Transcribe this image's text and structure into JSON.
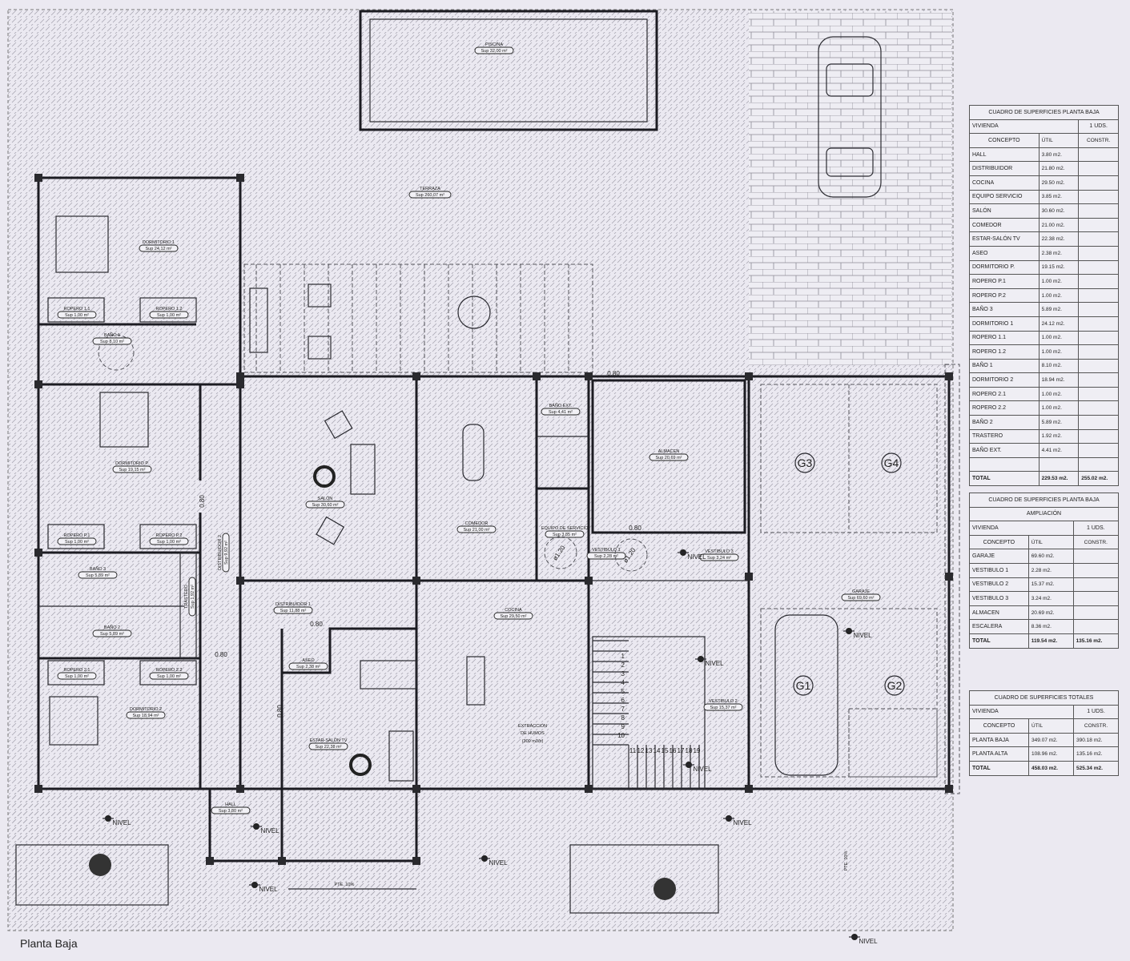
{
  "caption": "Planta Baja",
  "exterior": {
    "pool": {
      "name": "PISCINA",
      "area": "Sup 32,00 m²"
    },
    "terrace": {
      "name": "TERRAZA",
      "area": "Sup 260,07 m²"
    },
    "slope_label": "PTE. 10%",
    "level_label": "NIVEL"
  },
  "rooms": [
    {
      "id": "dormitorio_1",
      "name": "DORMITORIO 1",
      "area": "Sup 24,12 m²"
    },
    {
      "id": "ropero_11",
      "name": "ROPERO 1.1",
      "area": "Sup 1,00 m²"
    },
    {
      "id": "ropero_12",
      "name": "ROPERO 1.2",
      "area": "Sup 1,00 m²"
    },
    {
      "id": "bano_1",
      "name": "BAÑO 1",
      "area": "Sup 8,10 m²"
    },
    {
      "id": "dormitorio_p",
      "name": "DORMITORIO P.",
      "area": "Sup 19,15 m²"
    },
    {
      "id": "ropero_p1",
      "name": "ROPERO P.1",
      "area": "Sup 1,00 m²"
    },
    {
      "id": "ropero_p2",
      "name": "ROPERO P.2",
      "area": "Sup 1,00 m²"
    },
    {
      "id": "bano_3",
      "name": "BAÑO 3",
      "area": "Sup 5,89 m²"
    },
    {
      "id": "bano_2",
      "name": "BAÑO 2",
      "area": "Sup 5,89 m²"
    },
    {
      "id": "ropero_21",
      "name": "ROPERO 2.1",
      "area": "Sup 1,00 m²"
    },
    {
      "id": "ropero_22",
      "name": "ROPERO 2.2",
      "area": "Sup 1,00 m²"
    },
    {
      "id": "dormitorio_2",
      "name": "DORMITORIO 2",
      "area": "Sup 18,94 m²"
    },
    {
      "id": "trastero",
      "name": "TRASTERO",
      "area": "Sup 1,92 m²"
    },
    {
      "id": "distribuidor_2",
      "name": "DISTRIBUIDOR 2",
      "area": "Sup 9,92 m²"
    },
    {
      "id": "salon",
      "name": "SALÓN",
      "area": "Sup 30,60 m²"
    },
    {
      "id": "comedor",
      "name": "COMEDOR",
      "area": "Sup 21,00 m²"
    },
    {
      "id": "bano_ext",
      "name": "BAÑO EXT.",
      "area": "Sup 4,41 m²"
    },
    {
      "id": "equipo_servicio",
      "name": "EQUIPO DE SERVICIO",
      "area": "Sup 3,85 m²"
    },
    {
      "id": "almacen",
      "name": "ALMACEN",
      "area": "Sup 20,69 m²"
    },
    {
      "id": "vestibulo_1",
      "name": "VESTIBULO 1",
      "area": "Sup 2,28 m²"
    },
    {
      "id": "vestibulo_3",
      "name": "VESTIBULO 3",
      "area": "Sup 3,24 m²"
    },
    {
      "id": "garaje",
      "name": "GARAJE",
      "area": "Sup 69,60 m²"
    },
    {
      "id": "distribuidor_1",
      "name": "DISTRIBUIDOR 1",
      "area": "Sup 11,88 m²"
    },
    {
      "id": "aseo",
      "name": "ASEO",
      "area": "Sup 2,38 m²"
    },
    {
      "id": "cocina",
      "name": "COCINA",
      "area": "Sup 29,50 m²"
    },
    {
      "id": "estar_salon_tv",
      "name": "ESTAR-SALÓN TV",
      "area": "Sup 22,38 m²"
    },
    {
      "id": "vestibulo_2",
      "name": "VESTIBULO 2",
      "area": "Sup 15,37 m²"
    },
    {
      "id": "hall",
      "name": "HALL",
      "area": "Sup 3,80 m²"
    }
  ],
  "annotations": {
    "extraction": [
      "EXTRACCION",
      "DE HUMOS",
      "(300 m3/h)"
    ],
    "door_width": "0.80",
    "turn_diameter": "ø1.20",
    "parking": [
      "G1",
      "G2",
      "G3",
      "G4"
    ],
    "stair_steps": [
      "1",
      "2",
      "3",
      "4",
      "5",
      "6",
      "7",
      "8",
      "9",
      "10",
      "11",
      "12",
      "13",
      "14",
      "15",
      "16",
      "17",
      "18",
      "19"
    ]
  },
  "tables": {
    "planta_baja": {
      "title": "CUADRO DE SUPERFICIES PLANTA BAJA",
      "vivienda": "VIVIENDA",
      "uds": "1 UDS.",
      "col_concepto": "CONCEPTO",
      "col_util": "ÚTIL",
      "col_constr": "CONSTR.",
      "rows": [
        [
          "HALL",
          "3.80 m2.",
          ""
        ],
        [
          "DISTRIBUIDOR",
          "21.80 m2.",
          ""
        ],
        [
          "COCINA",
          "29.50 m2.",
          ""
        ],
        [
          "EQUIPO SERVICIO",
          "3.85 m2.",
          ""
        ],
        [
          "SALÓN",
          "30.60 m2.",
          ""
        ],
        [
          "COMEDOR",
          "21.00 m2.",
          ""
        ],
        [
          "ESTAR-SALÓN TV",
          "22.38 m2.",
          ""
        ],
        [
          "ASEO",
          "2.38 m2.",
          ""
        ],
        [
          "DORMITORIO P.",
          "19.15 m2.",
          ""
        ],
        [
          "ROPERO P.1",
          "1.00 m2.",
          ""
        ],
        [
          "ROPERO P.2",
          "1.00 m2.",
          ""
        ],
        [
          "BAÑO 3",
          "5.89 m2.",
          ""
        ],
        [
          "DORMITORIO 1",
          "24.12 m2.",
          ""
        ],
        [
          "ROPERO 1.1",
          "1.00 m2.",
          ""
        ],
        [
          "ROPERO 1.2",
          "1.00 m2.",
          ""
        ],
        [
          "BAÑO 1",
          "8.10 m2.",
          ""
        ],
        [
          "DORMITORIO 2",
          "18.94 m2.",
          ""
        ],
        [
          "ROPERO 2.1",
          "1.00 m2.",
          ""
        ],
        [
          "ROPERO 2.2",
          "1.00 m2.",
          ""
        ],
        [
          "BAÑO 2",
          "5.89 m2.",
          ""
        ],
        [
          "TRASTERO",
          "1.92 m2.",
          ""
        ],
        [
          "BAÑO EXT.",
          "4.41 m2.",
          ""
        ],
        [
          "",
          "",
          ""
        ]
      ],
      "total": [
        "TOTAL",
        "229.53 m2.",
        "255.02 m2."
      ]
    },
    "ampliacion": {
      "title": "CUADRO DE SUPERFICIES PLANTA BAJA",
      "subtitle": "AMPLIACIÓN",
      "vivienda": "VIVIENDA",
      "uds": "1 UDS.",
      "col_concepto": "CONCEPTO",
      "col_util": "ÚTIL",
      "col_constr": "CONSTR.",
      "rows": [
        [
          "GARAJE",
          "69.60 m2.",
          ""
        ],
        [
          "VESTIBULO 1",
          "2.28 m2.",
          ""
        ],
        [
          "VESTIBULO 2",
          "15.37 m2.",
          ""
        ],
        [
          "VESTIBULO 3",
          "3.24 m2.",
          ""
        ],
        [
          "ALMACEN",
          "20.69 m2.",
          ""
        ],
        [
          "ESCALERA",
          "8.36 m2.",
          ""
        ]
      ],
      "total": [
        "TOTAL",
        "119.54 m2.",
        "135.16 m2."
      ]
    },
    "totales": {
      "title": "CUADRO DE SUPERFICIES TOTALES",
      "vivienda": "VIVIENDA",
      "uds": "1 UDS.",
      "col_concepto": "CONCEPTO",
      "col_util": "ÚTIL",
      "col_constr": "CONSTR.",
      "rows": [
        [
          "PLANTA BAJA",
          "349.07 m2.",
          "390.18 m2."
        ],
        [
          "PLANTA ALTA",
          "108.96 m2.",
          "135.16 m2."
        ]
      ],
      "total": [
        "TOTAL",
        "458.03 m2.",
        "525.34 m2."
      ]
    }
  },
  "colors": {
    "paper": "#ebe9f1",
    "ink": "#1c1c22"
  }
}
